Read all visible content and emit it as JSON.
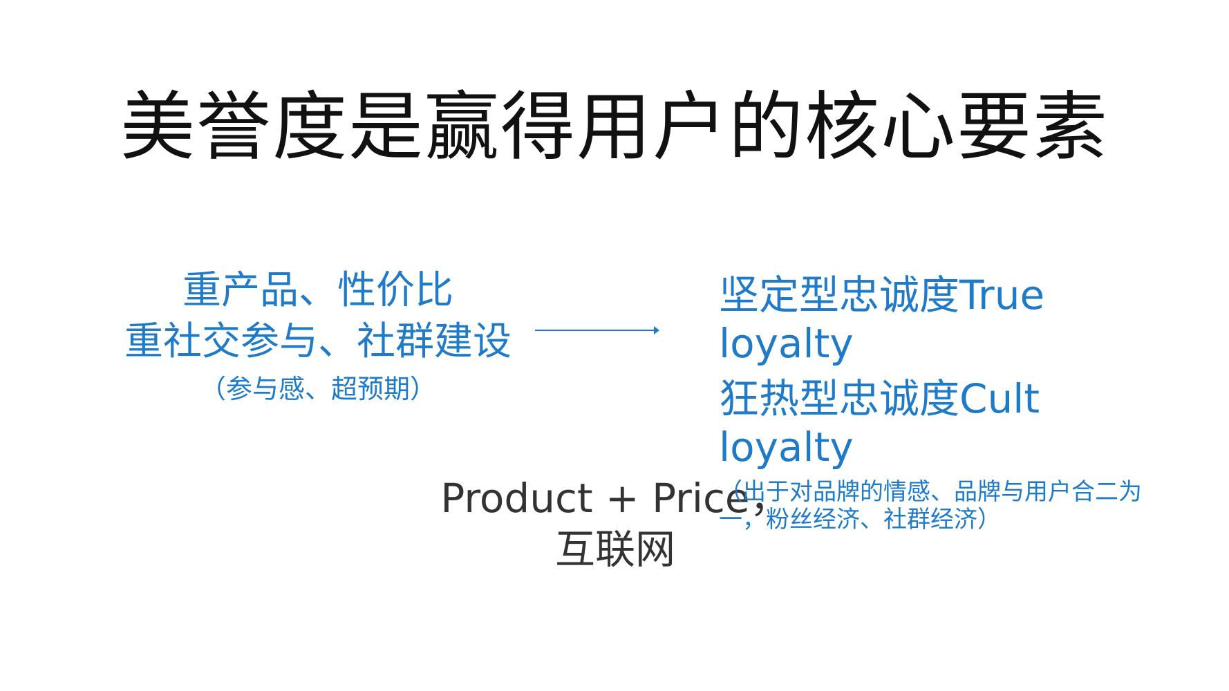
{
  "slide": {
    "title": "美誉度是赢得用户的核心要素",
    "left": {
      "line1": "重产品、性价比",
      "line2": "重社交参与、社群建设",
      "note": "（参与感、超预期）"
    },
    "right": {
      "item1": "坚定型忠诚度True loyalty",
      "item2": "狂热型忠诚度Cult loyalty",
      "note": "（出于对品牌的情感、品牌与用户合二为一，粉丝经济、社群经济）"
    },
    "bottom_text": "Product + Price，互联网",
    "colors": {
      "accent": "#1f7ac8",
      "title": "#111111",
      "bottom_text": "#333333"
    }
  }
}
